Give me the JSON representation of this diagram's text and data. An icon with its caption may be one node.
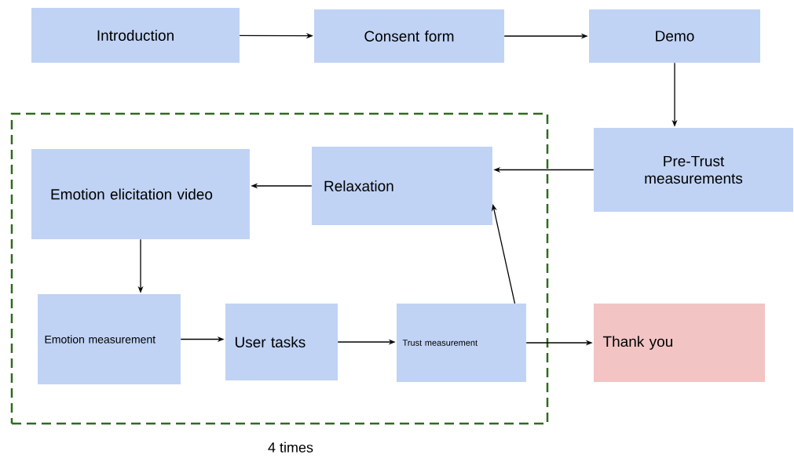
{
  "diagram": {
    "nodes": [
      {
        "text": [
          "Introduction"
        ]
      },
      {
        "text": [
          "Consent form"
        ]
      },
      {
        "text": [
          "Demo"
        ]
      },
      {
        "text": [
          "Pre-Trust measurements"
        ]
      },
      {
        "text": [],
        "shape": "box",
        "beside": [
          "4 times"
        ]
      },
      {
        "text": [
          "Relaxation"
        ],
        "in": 4
      },
      {
        "text": [
          "Emotion elicitation video"
        ],
        "in": 4
      },
      {
        "text": [
          "Emotion measurement"
        ],
        "in": 4
      },
      {
        "text": [
          "User tasks"
        ],
        "in": 4
      },
      {
        "text": [
          "Trust measurement"
        ],
        "in": 4
      },
      {
        "text": [
          "Thank you"
        ]
      }
    ],
    "edges": [
      {
        "from": 0,
        "to": 1,
        "arrow": "to"
      },
      {
        "from": 1,
        "to": 2,
        "arrow": "to"
      },
      {
        "from": 2,
        "to": 3,
        "arrow": "to"
      },
      {
        "from": 3,
        "to": 5,
        "arrow": "to"
      },
      {
        "from": 5,
        "to": 6,
        "arrow": "to"
      },
      {
        "from": 6,
        "to": 7,
        "arrow": "to"
      },
      {
        "from": 7,
        "to": 8,
        "arrow": "to"
      },
      {
        "from": 8,
        "to": 9,
        "arrow": "to"
      },
      {
        "from": 9,
        "to": 5,
        "arrow": "to"
      },
      {
        "from": 9,
        "to": 10,
        "arrow": "to"
      }
    ]
  }
}
